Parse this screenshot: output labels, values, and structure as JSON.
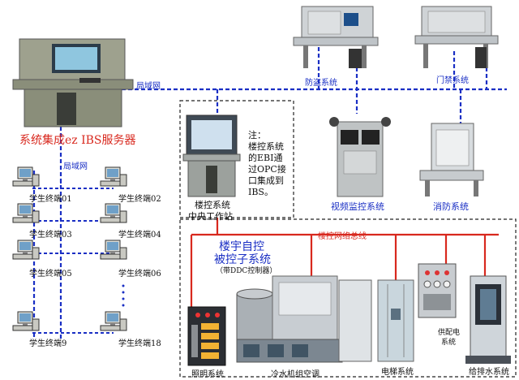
{
  "networks": {
    "lan_top": "局域网",
    "lan_left": "局域网",
    "bus": "楼控网络总线"
  },
  "server": {
    "label": "系统集成ez IBS服务器"
  },
  "subsystems_top": {
    "security": "防盗系统",
    "access": "门禁系统",
    "video": "视频监控系统",
    "fire": "消防系统"
  },
  "workstation": {
    "line1": "楼控系统",
    "line2": "中央工作站"
  },
  "note": {
    "lines": [
      "注：",
      "楼控系统",
      "的EBI通",
      "过OPC接",
      "口集成到",
      "IBS。"
    ]
  },
  "controlled": {
    "title1": "楼宇自控",
    "title2": "被控子系统",
    "subtitle": "（带DDC控制器）"
  },
  "bottom": {
    "lighting": "照明系统",
    "hvac": "冷水机组空调",
    "elevator": "电梯系统",
    "power_l1": "供配电",
    "power_l2": "系统",
    "water": "给排水系统"
  },
  "terminals": [
    "学生终端01",
    "学生终端02",
    "学生终端03",
    "学生终端04",
    "学生终端05",
    "学生终端06",
    "学生终端9",
    "学生终端18"
  ],
  "colors": {
    "lan": "#1a2fc4",
    "accent": "#d8281e",
    "frame": "#222222",
    "cabinet": "#8a8e7a"
  }
}
